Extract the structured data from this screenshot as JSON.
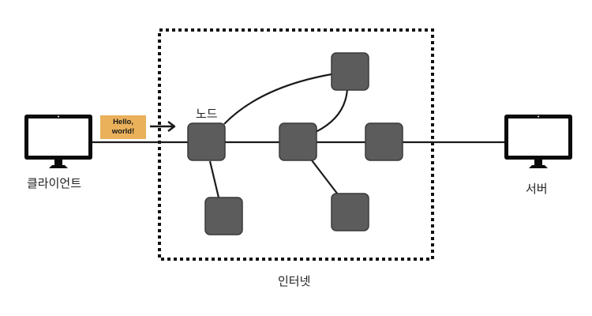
{
  "labels": {
    "client": "클라이언트",
    "server": "서버",
    "node": "노드",
    "internet": "인터넷"
  },
  "message": {
    "line1": "Hello,",
    "line2": "world!"
  },
  "colors": {
    "node_fill": "#5c5c5c",
    "node_stroke": "#3a3a3a",
    "message_fill": "#eab15a",
    "line": "#1a1a1a"
  },
  "icons": {
    "client": "monitor-icon",
    "server": "monitor-icon"
  }
}
